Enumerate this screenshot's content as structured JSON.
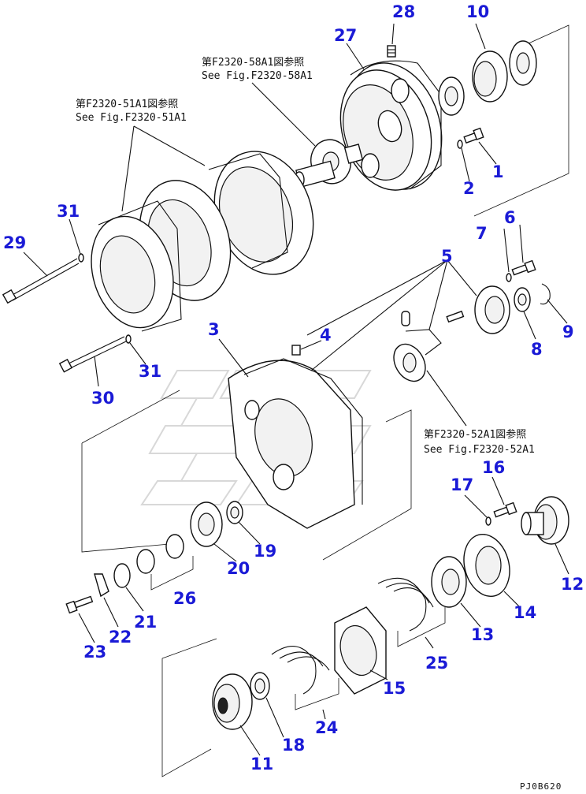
{
  "diagram": {
    "refs": {
      "fig58_ja": "第F2320-58A1図参照",
      "fig58_en": "See Fig.F2320-58A1",
      "fig51_ja": "第F2320-51A1図参照",
      "fig51_en": "See Fig.F2320-51A1",
      "fig52_ja": "第F2320-52A1図参照",
      "fig52_en": "See Fig.F2320-52A1"
    },
    "drawing_code": "PJ0B620",
    "callouts": {
      "c1": "1",
      "c2": "2",
      "c3": "3",
      "c4": "4",
      "c5": "5",
      "c6": "6",
      "c7": "7",
      "c8": "8",
      "c9": "9",
      "c10": "10",
      "c11": "11",
      "c12": "12",
      "c13": "13",
      "c14": "14",
      "c15": "15",
      "c16": "16",
      "c17": "17",
      "c18": "18",
      "c19": "19",
      "c20": "20",
      "c21": "21",
      "c22": "22",
      "c23": "23",
      "c24": "24",
      "c25": "25",
      "c26": "26",
      "c27": "27",
      "c28": "28",
      "c29": "29",
      "c30": "30",
      "c31a": "31",
      "c31b": "31"
    },
    "colors": {
      "callout": "#1a1ad6",
      "line": "#111111",
      "watermark": "#d8d8d8"
    }
  }
}
